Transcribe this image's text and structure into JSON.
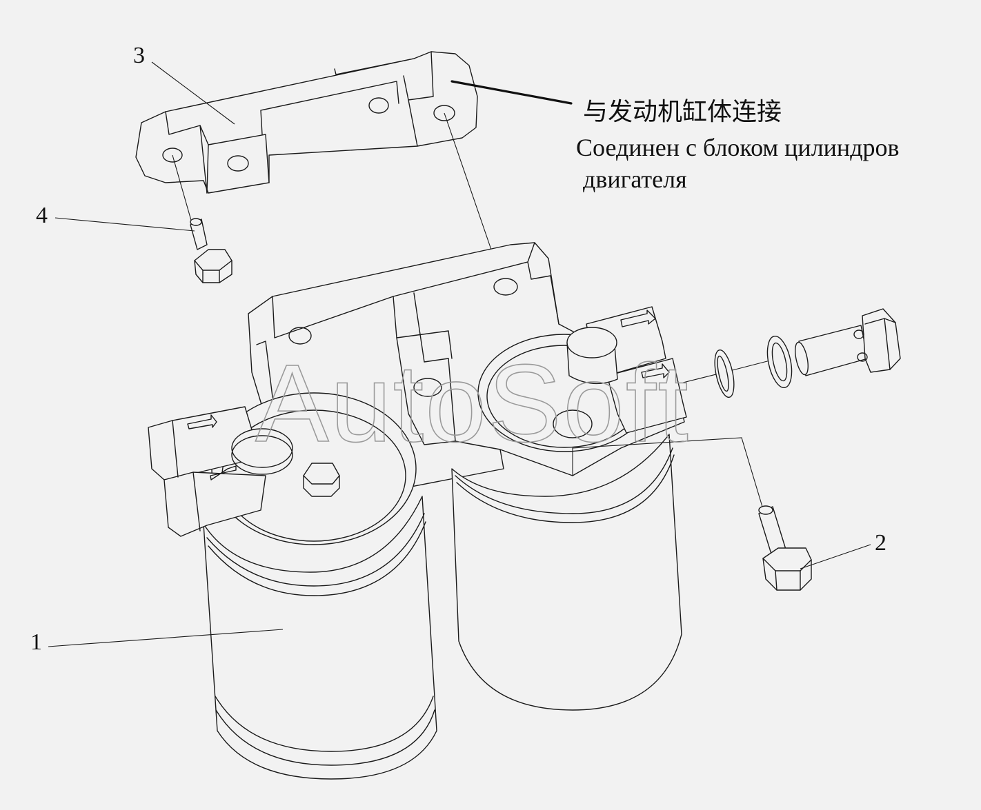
{
  "callouts": [
    {
      "id": "1",
      "label": "1"
    },
    {
      "id": "2",
      "label": "2"
    },
    {
      "id": "3",
      "label": "3"
    },
    {
      "id": "4",
      "label": "4"
    }
  ],
  "note": {
    "zh": "与发动机缸体连接",
    "ru_line1": "Соединен с блоком цилиндров",
    "ru_line2": "двигателя"
  },
  "watermark": "AutoSoft",
  "colors": {
    "background": "#f2f2f2",
    "line": "#1a1a1a",
    "watermark": "#9a9a9a"
  }
}
